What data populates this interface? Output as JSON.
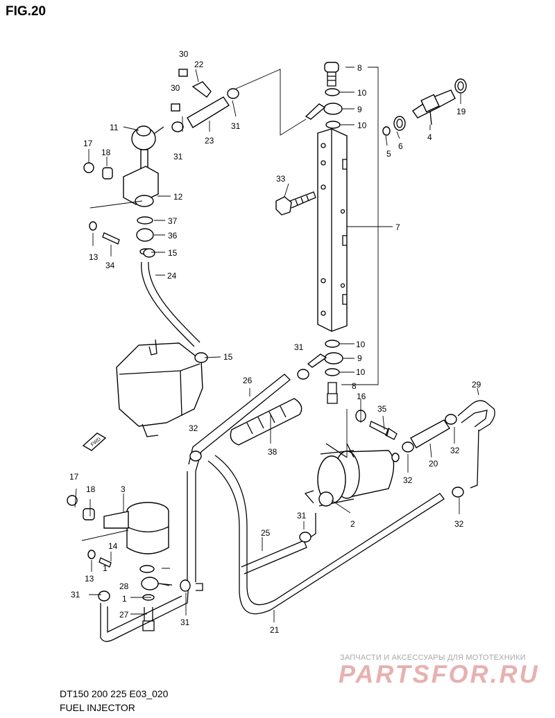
{
  "figure": {
    "title": "FIG.20",
    "model_line": "DT150 200 225 E03_020",
    "caption": "FUEL INJECTOR"
  },
  "callouts": [
    "1",
    "1",
    "2",
    "3",
    "4",
    "5",
    "6",
    "7",
    "8",
    "8",
    "9",
    "9",
    "10",
    "10",
    "10",
    "10",
    "11",
    "12",
    "13",
    "13",
    "14",
    "15",
    "15",
    "16",
    "17",
    "17",
    "18",
    "18",
    "19",
    "20",
    "21",
    "22",
    "23",
    "24",
    "25",
    "26",
    "27",
    "28",
    "29",
    "30",
    "30",
    "31",
    "31",
    "31",
    "31",
    "31",
    "31",
    "32",
    "32",
    "32",
    "32",
    "33",
    "34",
    "35",
    "36",
    "37",
    "38"
  ],
  "fwd_arrow": "FWD",
  "watermark": {
    "subtitle": "ЗАПЧАСТИ И АКСЕССУАРЫ ДЛЯ МОТОТЕХНИКИ",
    "logo": "PARTSFOR.RU",
    "color": "#e8b0b0"
  }
}
